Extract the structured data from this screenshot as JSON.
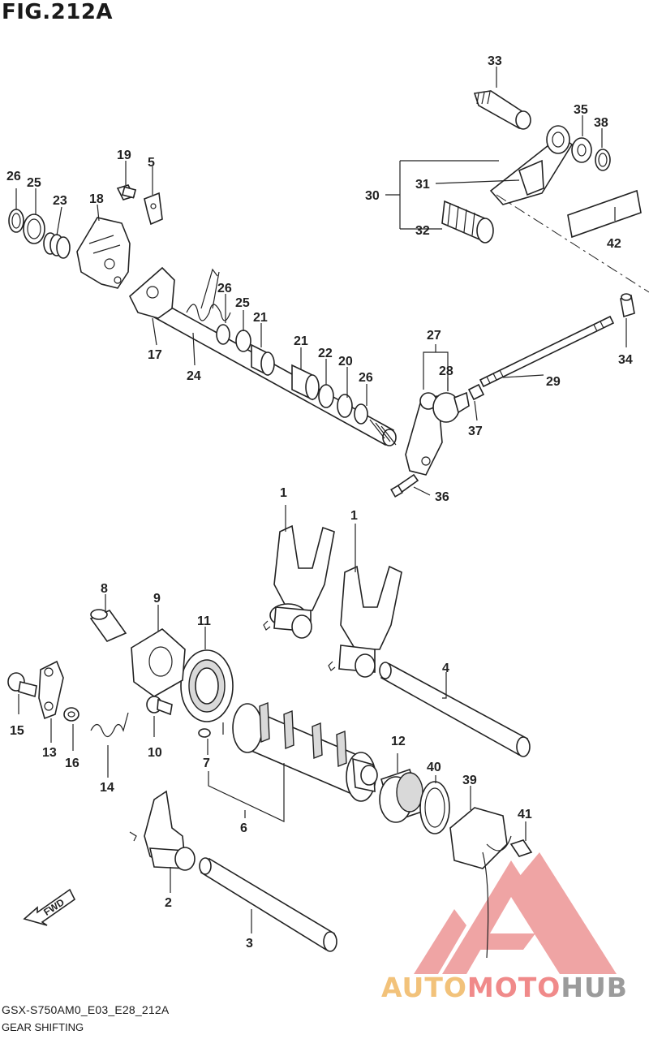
{
  "figure": {
    "title": "FIG.212A",
    "code": "GSX-S750AM0_E03_E28_212A",
    "name": "GEAR SHIFTING"
  },
  "direction_label": "FWD",
  "callouts": [
    "1",
    "1",
    "2",
    "3",
    "4",
    "5",
    "6",
    "7",
    "8",
    "9",
    "10",
    "11",
    "12",
    "13",
    "14",
    "15",
    "16",
    "17",
    "18",
    "19",
    "20",
    "21",
    "21",
    "22",
    "23",
    "24",
    "25",
    "25",
    "26",
    "26",
    "26",
    "27",
    "28",
    "29",
    "30",
    "31",
    "32",
    "33",
    "34",
    "35",
    "36",
    "37",
    "38",
    "39",
    "40",
    "41",
    "42"
  ],
  "watermark": {
    "part1": "AUTO",
    "part2": "MOTO",
    "part3": "HUB",
    "colors": {
      "auto": "#f2c27a",
      "moto": "#f08a8a",
      "hub": "#9b9b9b",
      "logo": "#e35a5a"
    }
  }
}
